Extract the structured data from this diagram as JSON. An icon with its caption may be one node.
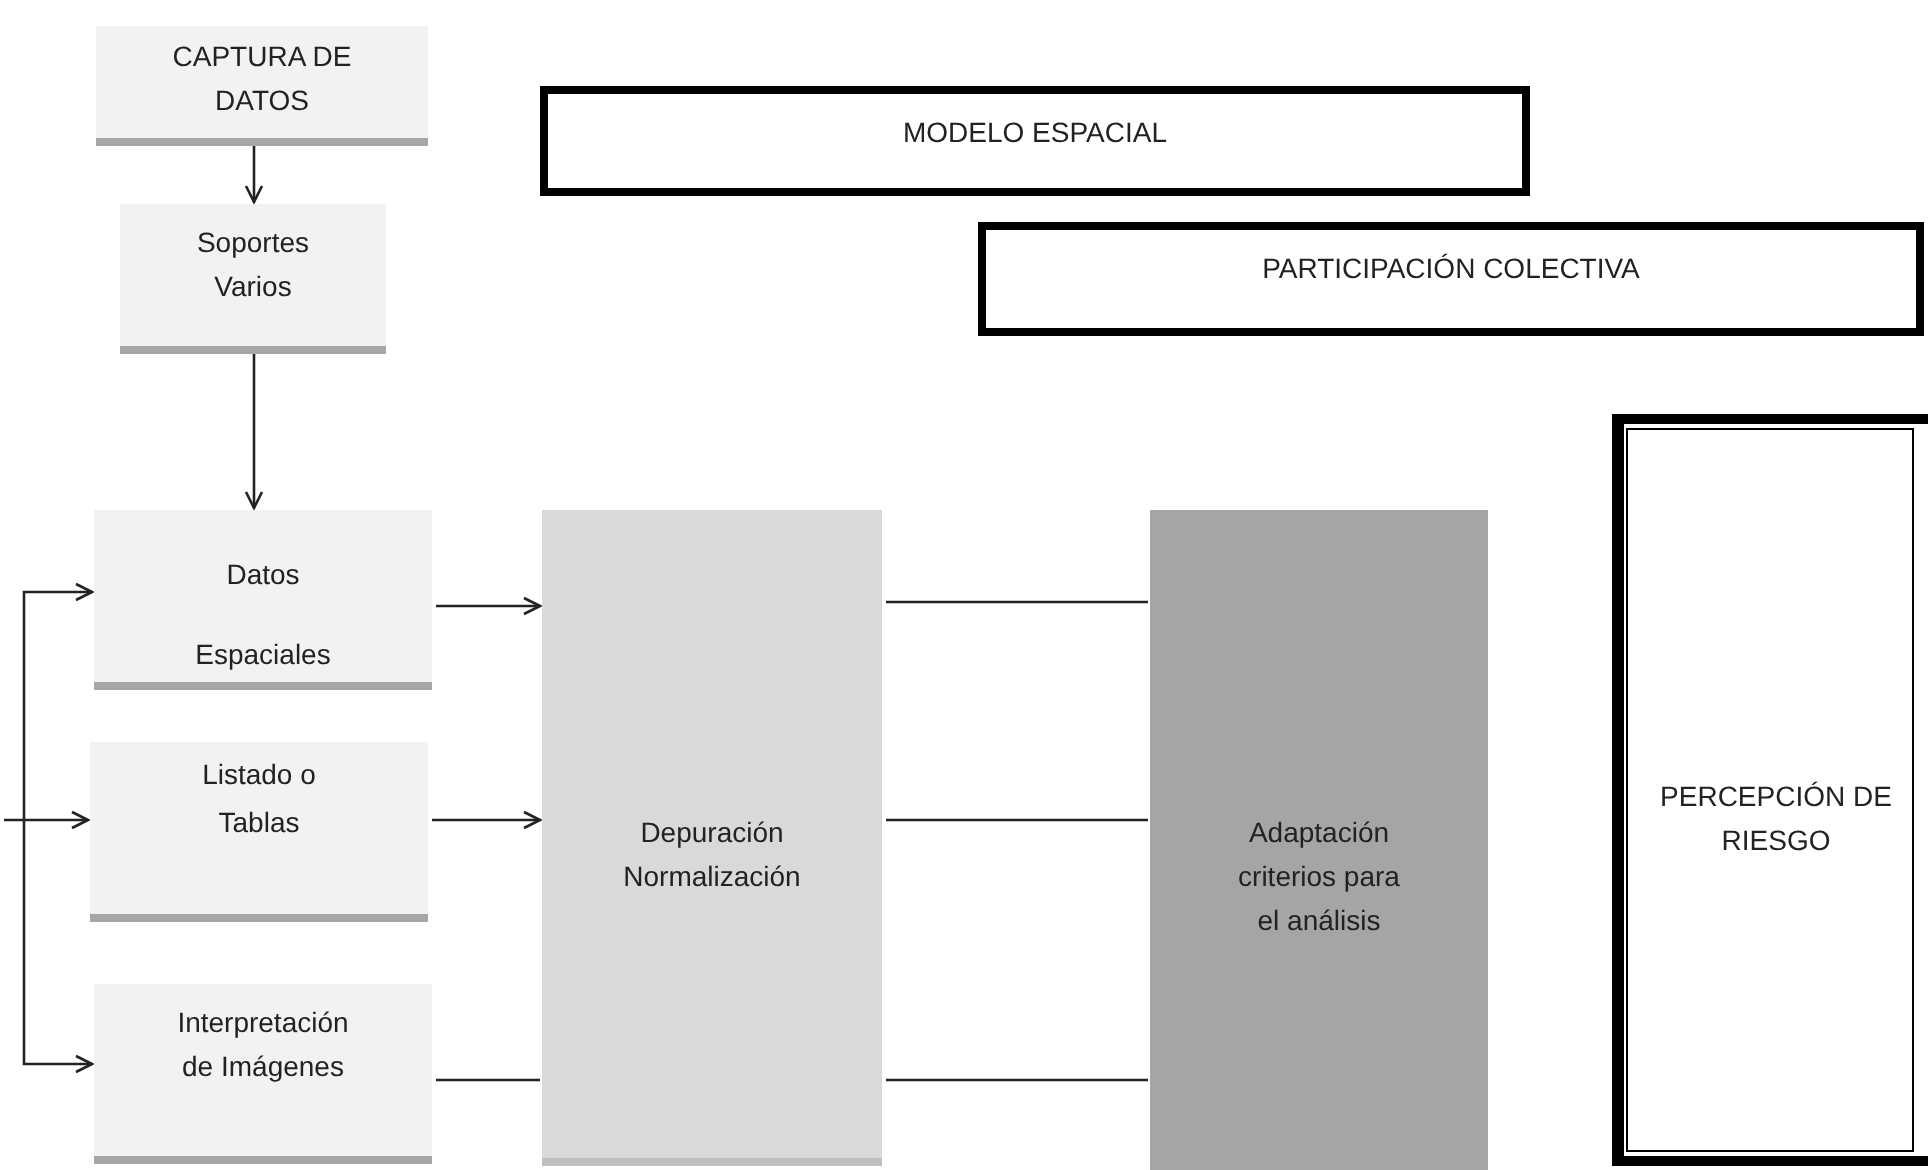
{
  "diagram": {
    "nodes": [
      {
        "text": [
          "CAPTURA DE DATOS"
        ]
      },
      {
        "text": [
          "Soportes Varios"
        ]
      },
      {
        "text": [
          "MODELO ESPACIAL"
        ]
      },
      {
        "text": [
          "PARTICIPACIÓN COLECTIVA"
        ]
      },
      {
        "text": [
          "Datos Espaciales"
        ]
      },
      {
        "text": [
          "Listado o Tablas"
        ]
      },
      {
        "text": [
          "Interpretación de Imágenes"
        ]
      },
      {
        "text": [
          "Depuración Normalización"
        ]
      },
      {
        "text": [
          "Adaptación criterios para el análisis"
        ]
      },
      {
        "text": [
          "PERCEPCIÓN DE RIESGO"
        ]
      }
    ],
    "edges": [
      {
        "from": 0,
        "to": 1,
        "arrow": "to"
      },
      {
        "from": 1,
        "to": 4,
        "arrow": "to"
      },
      {
        "from": 4,
        "to": 7,
        "arrow": "to"
      },
      {
        "from": 5,
        "to": 7,
        "arrow": "to"
      },
      {
        "from": 6,
        "to": 7,
        "arrow": "none"
      },
      {
        "from": 7,
        "to": 8,
        "arrow": "none"
      },
      {
        "from": 7,
        "to": 8,
        "arrow": "none"
      },
      {
        "from": 7,
        "to": 8,
        "arrow": "none"
      },
      {
        "from": null,
        "to": 4,
        "arrow": "to"
      },
      {
        "from": null,
        "to": 5,
        "arrow": "to"
      },
      {
        "from": null,
        "to": 6,
        "arrow": "to"
      }
    ]
  }
}
